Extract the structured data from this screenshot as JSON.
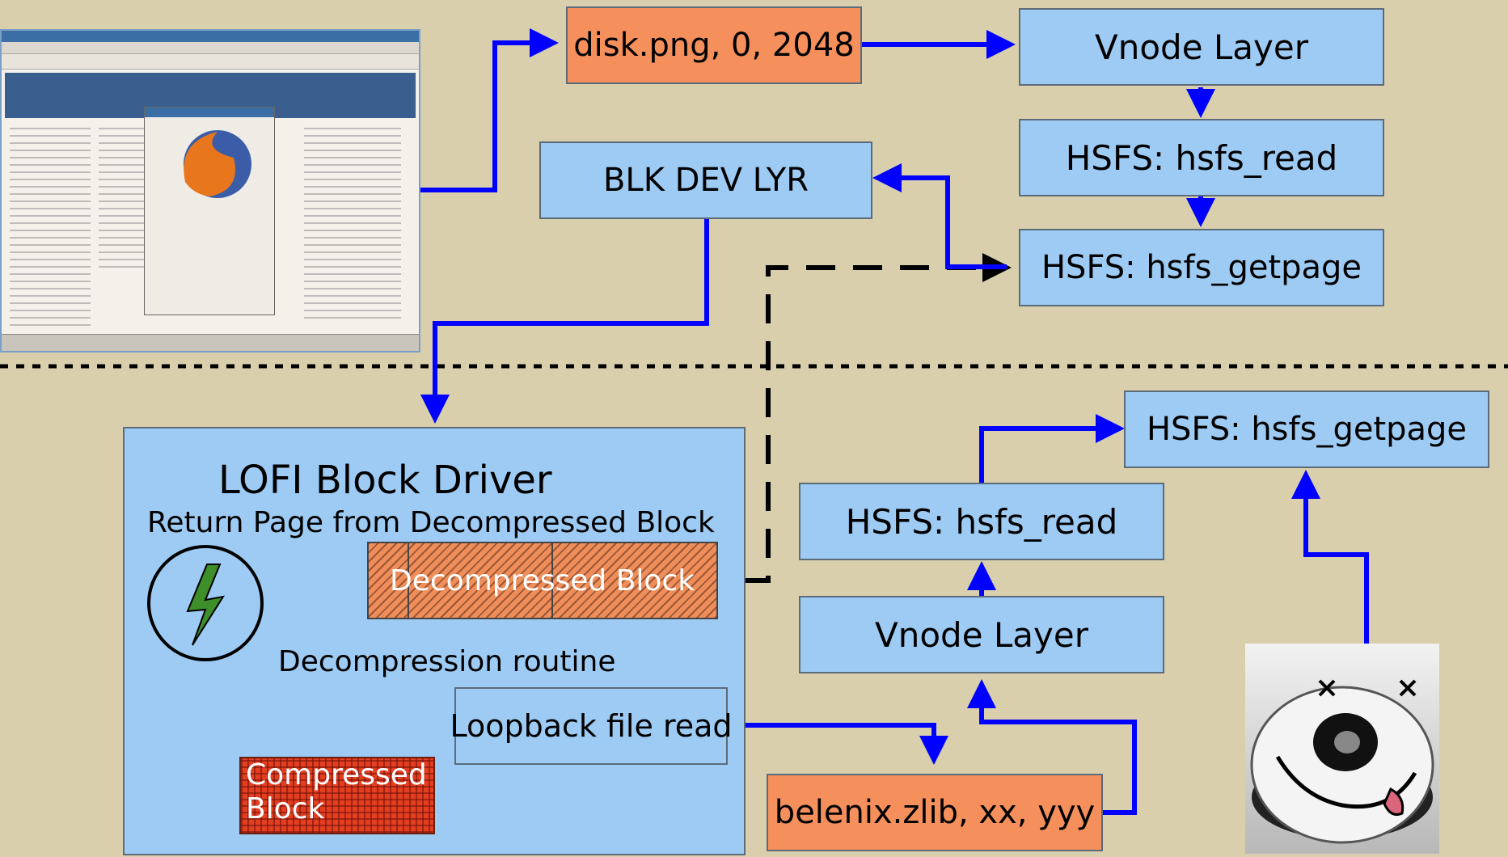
{
  "top": {
    "disk_image": "disk.png, 0, 2048",
    "vnode_layer": "Vnode Layer",
    "hsfs_read": "HSFS: hsfs_read",
    "blk_dev_lyr": "BLK DEV LYR",
    "hsfs_getpage": "HSFS: hsfs_getpage"
  },
  "lofi": {
    "title": "LOFI Block Driver",
    "subtitle": "Return Page from Decompressed Block",
    "decompressed_block": "Decompressed Block",
    "decompression_routine": "Decompression routine",
    "loopback_read": "Loopback file read",
    "compressed_block_line1": "Compressed",
    "compressed_block_line2": "Block"
  },
  "bottom_right": {
    "hsfs_getpage": "HSFS: hsfs_getpage",
    "hsfs_read": "HSFS: hsfs_read",
    "vnode_layer": "Vnode Layer",
    "zlib_file": "belenix.zlib, xx, yyy"
  },
  "colors": {
    "box_blue": "#9ecbf4",
    "box_orange": "#f5905c",
    "arrow_blue": "#0000ff",
    "background": "#d9cfad"
  },
  "icons": [
    "firefox-screenshot",
    "lightning-icon",
    "cd-disc-icon"
  ]
}
